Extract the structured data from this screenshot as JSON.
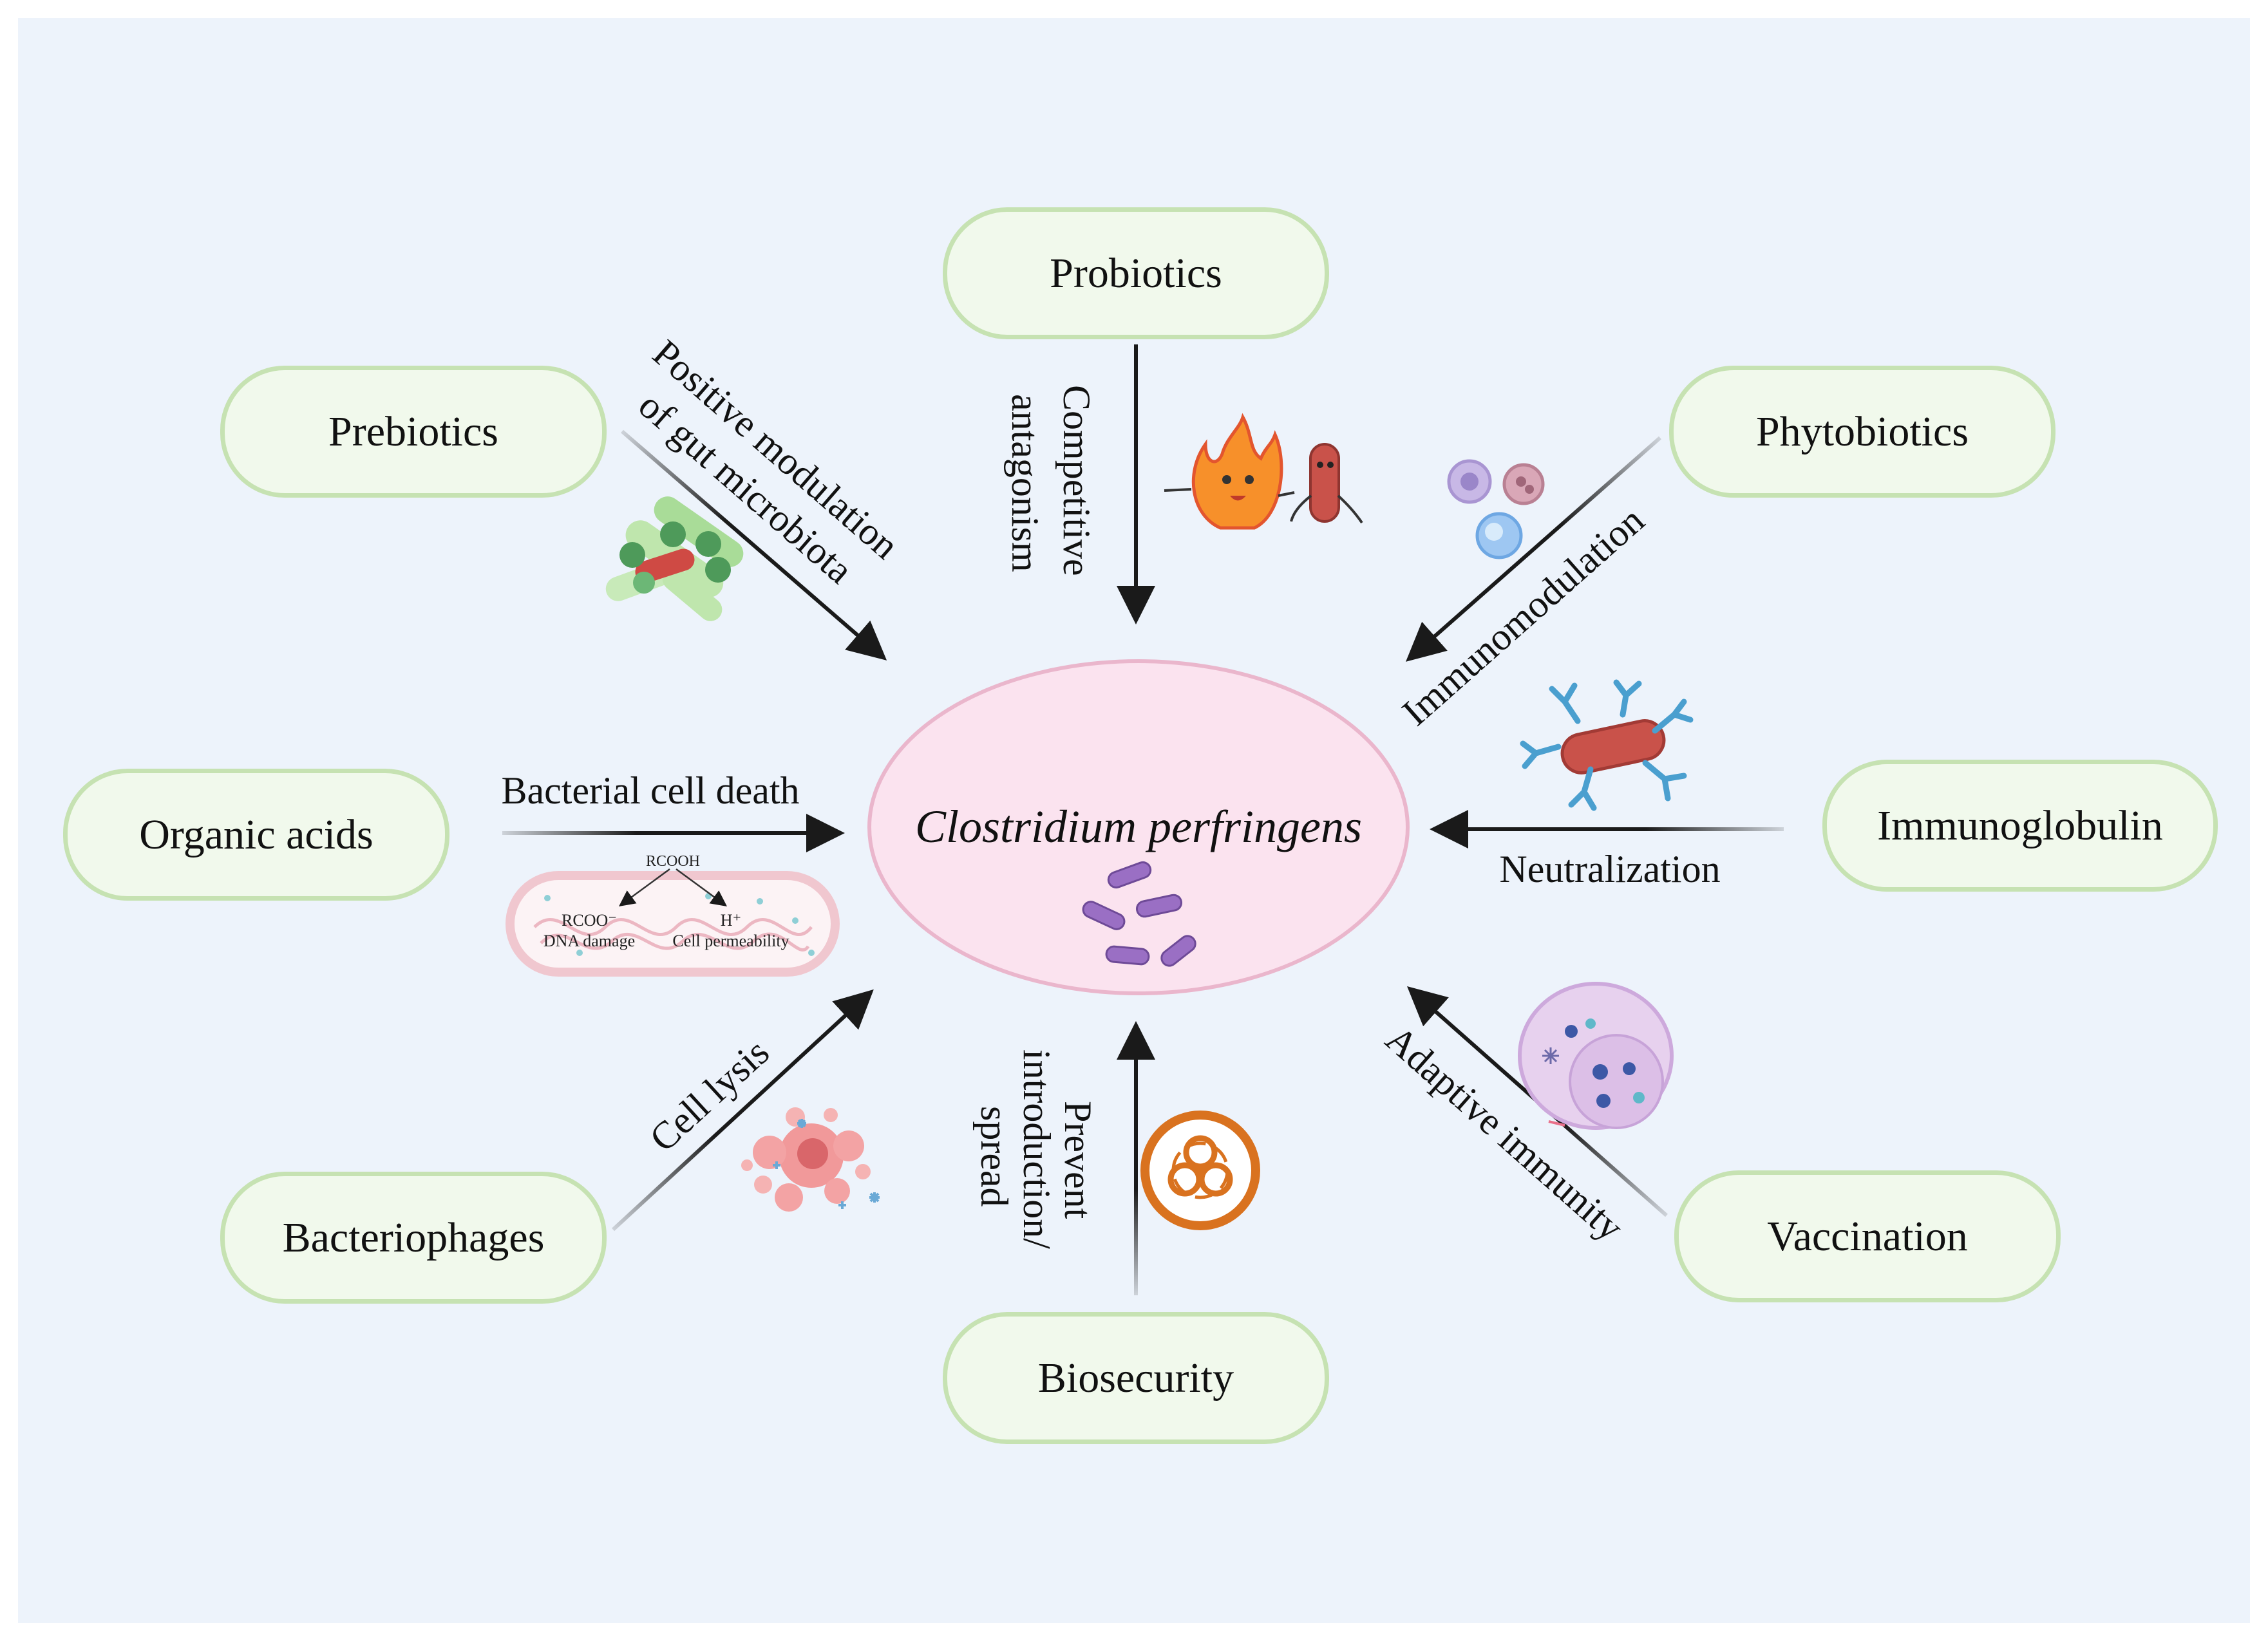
{
  "center": {
    "label": "Clostridium perfringens"
  },
  "nodes": {
    "probiotics": "Probiotics",
    "prebiotics": "Prebiotics",
    "phytobiotics": "Phytobiotics",
    "organic_acids": "Organic acids",
    "immunoglobulin": "Immunoglobulin",
    "bacteriophages": "Bacteriophages",
    "biosecurity": "Biosecurity",
    "vaccination": "Vaccination"
  },
  "edges": {
    "prebiotics_line1": "Positive modulation",
    "prebiotics_line2": "of gut microbiota",
    "probiotics_line1": "Competitive",
    "probiotics_line2": "antagonism",
    "phytobiotics": "Immunomodulation",
    "organic_acids": "Bacterial cell death",
    "immunoglobulin": "Neutralization",
    "bacteriophages": "Cell lysis",
    "biosecurity_line1": "Prevent",
    "biosecurity_line2": "introduction/",
    "biosecurity_line3": "spread",
    "vaccination": "Adaptive immunity"
  },
  "acid_inset": {
    "top": "RCOOH",
    "left_ion": "RCOO⁻",
    "right_ion": "H⁺",
    "left_effect": "DNA damage",
    "right_effect": "Cell permeability"
  },
  "colors": {
    "node_fill": "#f1f9ec",
    "node_border": "#c6e2b2",
    "center_fill": "#fbe3ef",
    "center_border": "#eab6cc",
    "background": "#edf3fb"
  },
  "icons": [
    "microbiota-icon",
    "fire-bacterium-icon",
    "immune-cells-icon",
    "antibody-bacterium-icon",
    "bacterium-cell-icon",
    "purple-bacteria-icon",
    "lysed-cell-icon",
    "biohazard-icon",
    "immune-cell-icon"
  ]
}
